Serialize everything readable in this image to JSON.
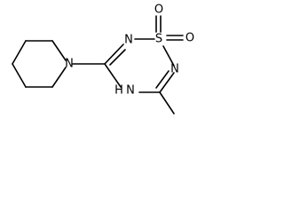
{
  "molecule": {
    "atoms": {
      "ring_nitrogen_upper": "N",
      "sulfur": "S",
      "sulfonyl_oxygen_top": "O",
      "sulfonyl_oxygen_right": "O",
      "ring_nitrogen_right": "N",
      "ring_nh": "N",
      "ring_nh_hydrogen": "H",
      "piperidine_nitrogen": "N"
    },
    "colors": {
      "bond": "#000000",
      "label": "#000000",
      "background": "#ffffff"
    }
  }
}
